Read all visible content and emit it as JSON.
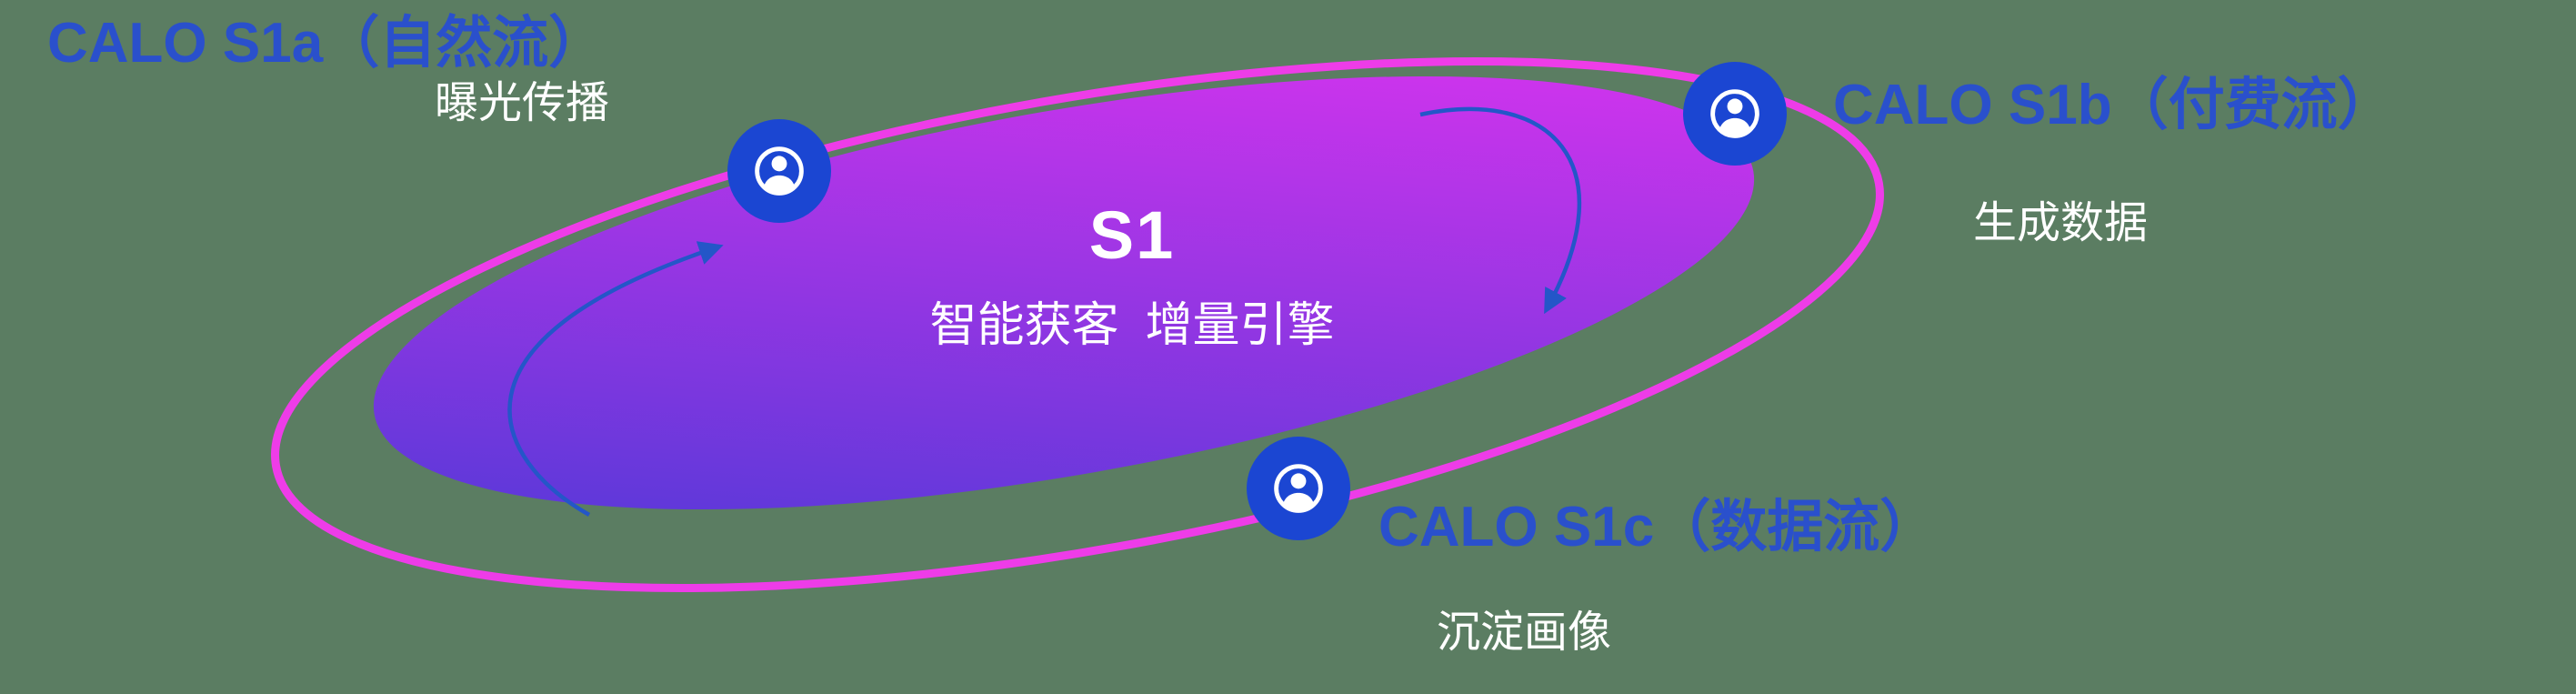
{
  "core": {
    "title": "S1",
    "subtitle": "智能获客  增量引擎"
  },
  "nodes": [
    {
      "id": "s1a",
      "label": "CALO S1a（自然流）",
      "sublabel": "曝光传播",
      "icon": "user-icon"
    },
    {
      "id": "s1b",
      "label": "CALO S1b（付费流）",
      "sublabel": "生成数据",
      "icon": "user-icon"
    },
    {
      "id": "s1c",
      "label": "CALO S1c（数据流）",
      "sublabel": "沉淀画像",
      "icon": "user-icon"
    }
  ],
  "colors": {
    "background": "#5b7d62",
    "label_blue": "#2a50cc",
    "ring_magenta": "#ee3ce8",
    "icon_blue": "#1b46d2",
    "arrow_blue": "#2456c8",
    "gradient_start": "#4a39d6",
    "gradient_end": "#e233f0",
    "white_text": "#ffffff"
  }
}
